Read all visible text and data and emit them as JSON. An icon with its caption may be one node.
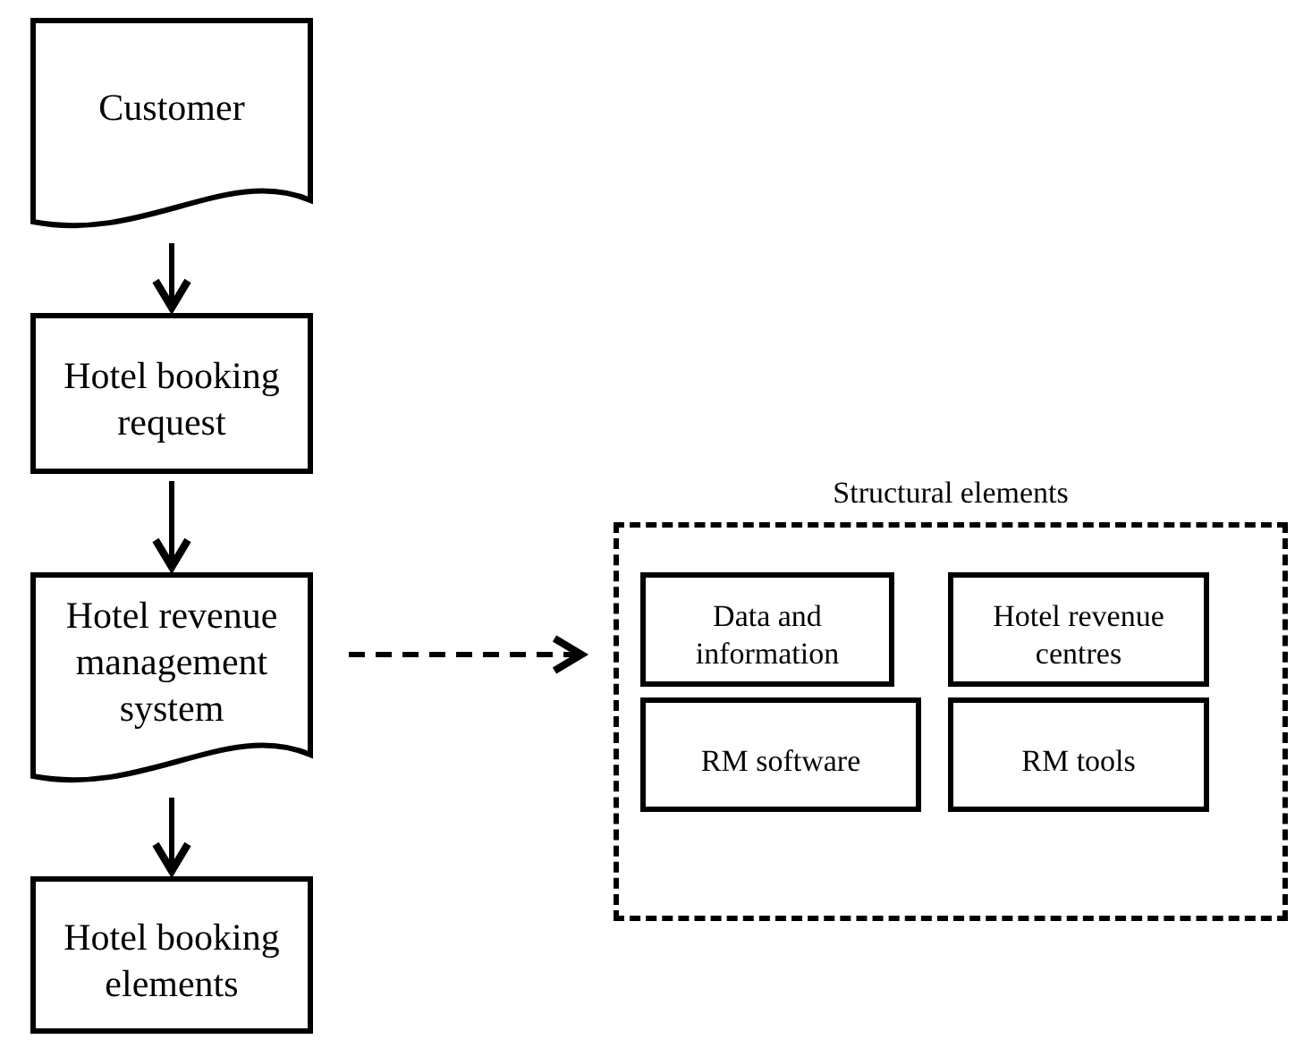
{
  "diagram": {
    "nodes": [
      {
        "text": [
          "Customer"
        ]
      },
      {
        "text": [
          "Hotel booking request"
        ]
      },
      {
        "text": [
          "Hotel revenue management system"
        ]
      },
      {
        "text": [
          "Hotel booking elements"
        ]
      },
      {
        "text": [
          "Structural elements"
        ]
      },
      {
        "text": [
          "Data and information"
        ],
        "in": 4
      },
      {
        "text": [
          "Hotel revenue centres"
        ],
        "in": 4
      },
      {
        "text": [
          "RM software"
        ],
        "in": 4
      },
      {
        "text": [
          "RM tools"
        ],
        "in": 4
      }
    ],
    "edges": [
      {
        "from": 0,
        "to": 1,
        "arrow": "to"
      },
      {
        "from": 1,
        "to": 2,
        "arrow": "to"
      },
      {
        "from": 2,
        "to": 3,
        "arrow": "to"
      },
      {
        "from": 2,
        "to": 4,
        "arrow": "to",
        "style": "dashed"
      }
    ]
  }
}
